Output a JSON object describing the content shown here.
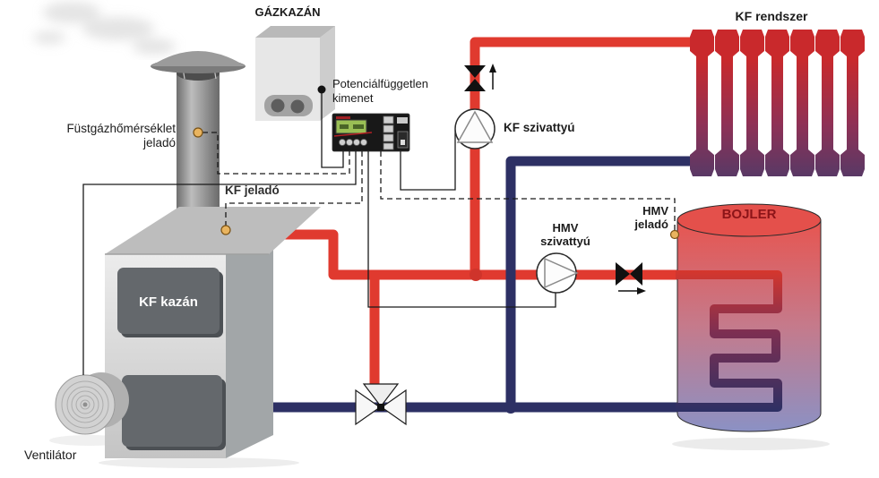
{
  "labels": {
    "gas_boiler": "GÁZKAZÁN",
    "kf_system": "KF rendszer",
    "potential_free_line1": "Potenciálfüggetlen",
    "potential_free_line2": "kimenet",
    "flue_sensor_line1": "Füstgázhőmérséklet",
    "flue_sensor_line2": "jeladó",
    "kf_sensor": "KF jeladó",
    "kf_pump": "KF szivattyú",
    "hmv_pump_line1": "HMV",
    "hmv_pump_line2": "szivattyú",
    "hmv_sensor_line1": "HMV",
    "hmv_sensor_line2": "jeladó",
    "tank": "BOJLER",
    "kf_boiler": "KF kazán",
    "fan": "Ventilátor"
  },
  "colors": {
    "hot_pipe": "#e03a2f",
    "cold_pipe": "#2d3064",
    "sensor_dot": "#e9b45f",
    "tank_label": "#8c1418",
    "radiator_top": "#c9292c",
    "radiator_bottom": "#3a3d6e",
    "tank_top": "#e75550",
    "tank_bottom": "#8b91c4"
  }
}
